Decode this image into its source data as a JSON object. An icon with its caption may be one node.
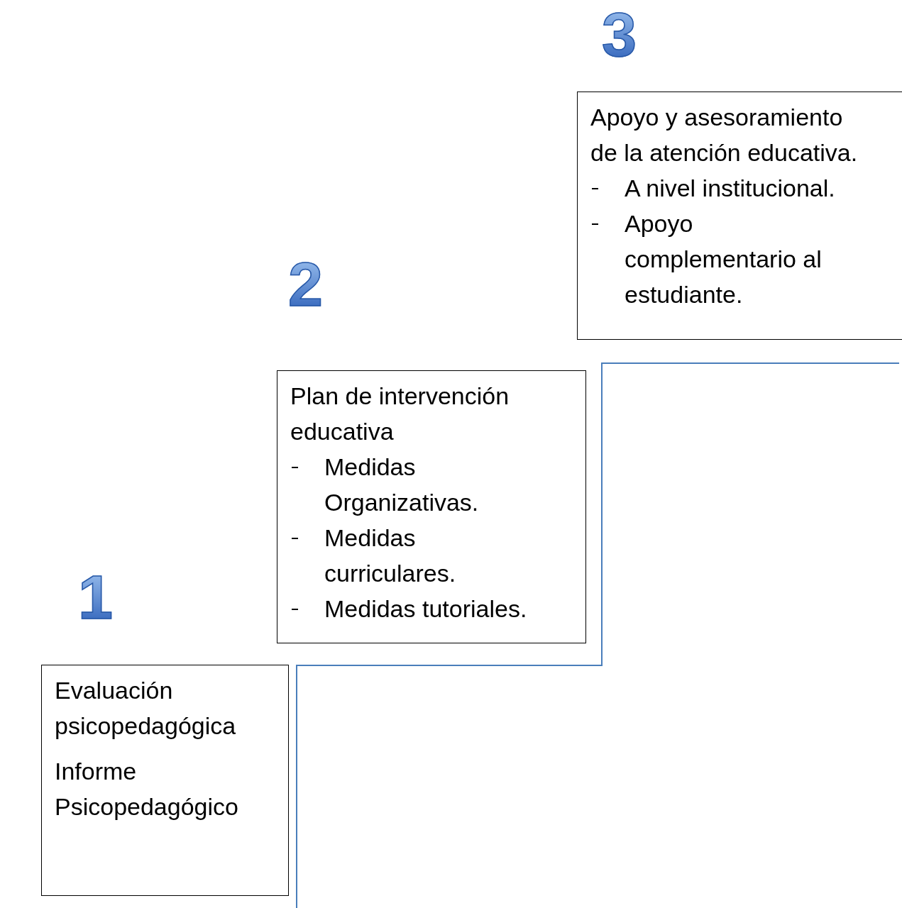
{
  "diagram": {
    "nodes": [
      {
        "text": [
          "Evaluación psicopedagógica",
          "Informe Psicopedagógico"
        ]
      },
      {
        "text": [
          "Plan de intervención educativa",
          "Medidas Organizativas.",
          "Medidas curriculares.",
          "Medidas tutoriales."
        ]
      },
      {
        "text": [
          "Apoyo y asesoramiento de la atención educativa.",
          "A nivel institucional.",
          "Apoyo complementario al estudiante."
        ]
      }
    ],
    "edges": [],
    "labels": [
      "1",
      "2",
      "3"
    ]
  }
}
